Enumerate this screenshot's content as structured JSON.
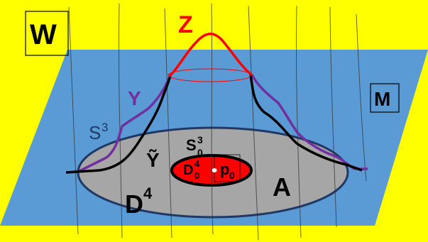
{
  "colors": {
    "background": "#ffff00",
    "plane": "#5b9bd5",
    "disk": "#a6a6a6",
    "disk_outline": "#1f3864",
    "inner_disk": "#ff0000",
    "curve_z": "#ff0000",
    "curve_y": "#7030a0",
    "curve_ytilde": "#000000",
    "s3_label": "#1f3864"
  },
  "labels": {
    "w": "W",
    "m": "M",
    "z": "Z",
    "y": "Y",
    "s3_base": "S",
    "s3_sup": "3",
    "ytilde": "Ỹ",
    "s30_base": "S",
    "s30_sup": "3",
    "s30_sub": "0",
    "d40_base": "D",
    "d40_sup": "4",
    "d40_sub": "0",
    "p0_base": "p",
    "p0_sub": "0",
    "d4_base": "D",
    "d4_sup": "4",
    "a": "A"
  }
}
